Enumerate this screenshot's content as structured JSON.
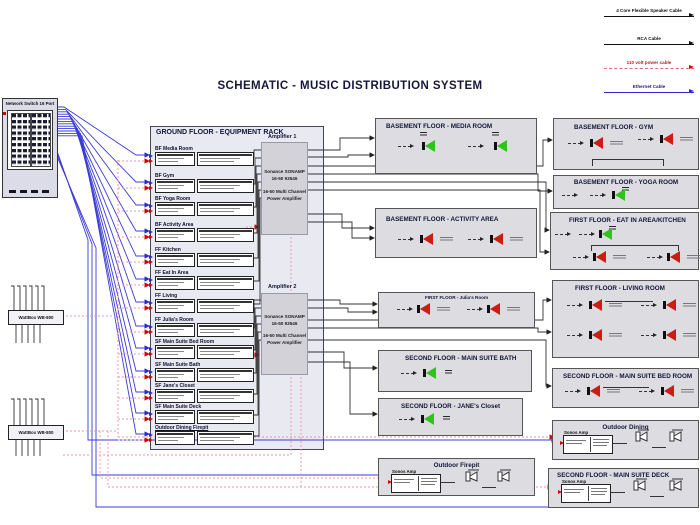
{
  "title": "SCHEMATIC - MUSIC DISTRIBUTION SYSTEM",
  "legend": {
    "items": [
      {
        "label": "4 Core Flexible Speaker Cable",
        "style": "solid-black"
      },
      {
        "label": "RCA Cable",
        "style": "solid-black"
      },
      {
        "label": "110 volt power cable",
        "style": "dashed-red"
      },
      {
        "label": "Ethernet Cable",
        "style": "solid-blue"
      }
    ]
  },
  "network_switch": {
    "label": "Network Switch 16 Port"
  },
  "power": {
    "wattbox1_label": "WattBox WB-800",
    "wattbox2_label": "WattBox WB-800"
  },
  "rack": {
    "title": "GROUND FLOOR - EQUIPMENT RACK",
    "amplifier1": {
      "title": "Amplifier 1",
      "line1": "Sonance SONAMP",
      "line2": "16-50 93546",
      "line3": "16-50 Multi Channel",
      "line4": "Power Amplifier"
    },
    "amplifier2": {
      "title": "Amplifier 2",
      "line1": "Sonance SONAMP",
      "line2": "16-50 93546",
      "line3": "16-50 Multi Channel",
      "line4": "Power Amplifier"
    },
    "rows": [
      "BF Media Room",
      "BF Gym",
      "BF Yoga Room",
      "BF Activity Area",
      "FF Kitchen",
      "FF Eat In Area",
      "FF Living",
      "FF Julia's Room",
      "SF Main Suite Bed Room",
      "SF Main Suite Bath",
      "SF Jane's Closet",
      "SF Main Suite Deck",
      "Outdoor Dining Firepit"
    ]
  },
  "rooms": {
    "media_room": {
      "title": "BASEMENT FLOOR - MEDIA ROOM"
    },
    "activity_area": {
      "title": "BASEMENT FLOOR - ACTIVITY AREA"
    },
    "julias_room": {
      "title": "FIRST FLOOR - Julia's Room"
    },
    "main_suite_bath": {
      "title": "SECOND FLOOR - MAIN SUITE BATH"
    },
    "janes_closet": {
      "title": "SECOND FLOOR - JANE's Closet"
    },
    "outdoor_firepit": {
      "title": "Outdoor Firepit",
      "amp": "Sonos Amp"
    },
    "gym": {
      "title": "BASEMENT FLOOR - GYM"
    },
    "yoga_room": {
      "title": "BASEMENT FLOOR - YOGA ROOM"
    },
    "eat_in_kitchen": {
      "title": "FIRST FLOOR - EAT IN AREA/KITCHEN"
    },
    "living_room": {
      "title": "FIRST FLOOR - LIVING ROOM"
    },
    "main_suite_bed_room": {
      "title": "SECOND FLOOR - MAIN SUITE BED ROOM"
    },
    "outdoor_dining": {
      "title": "Outdoor Dining",
      "amp": "Sonos Amp"
    },
    "main_suite_deck": {
      "title": "SECOND FLOOR - MAIN SUITE DECK",
      "amp": "Sonos Amp"
    }
  },
  "colors": {
    "speaker_green": "#2fc41c",
    "speaker_red": "#cc1c14",
    "ethernet_blue": "#3b3bd8",
    "power_pink": "#ef93a5",
    "wire_black": "#333333"
  }
}
